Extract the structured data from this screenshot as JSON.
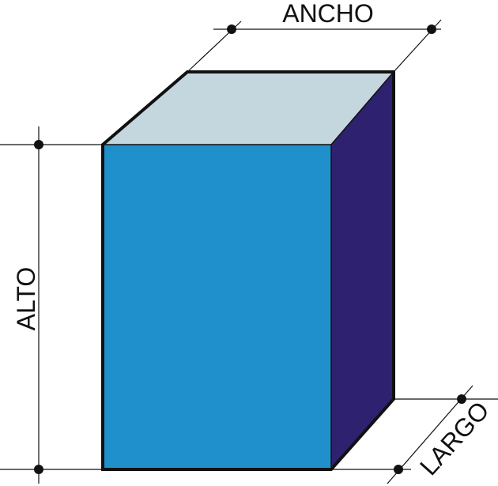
{
  "labels": {
    "width": "ANCHO",
    "height": "ALTO",
    "length": "LARGO"
  },
  "colors": {
    "front_face": "#2090cc",
    "top_face": "#c4d6de",
    "side_face": "#2e2170",
    "outline": "#111111",
    "dimension_line": "#111111",
    "background": "#ffffff"
  }
}
